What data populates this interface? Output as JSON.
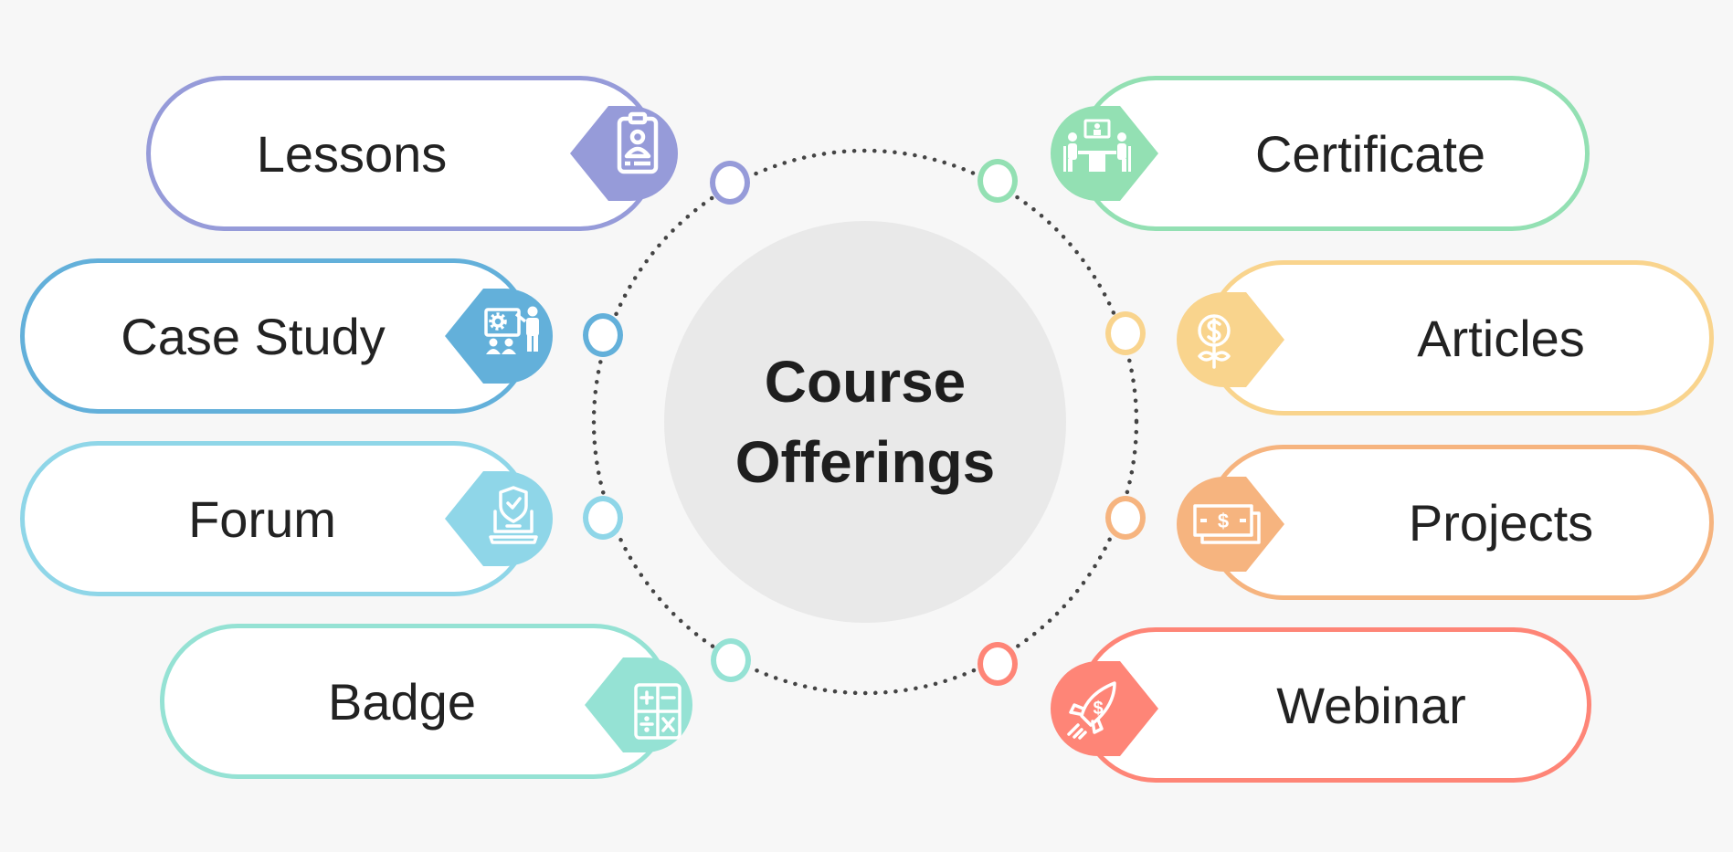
{
  "diagram": {
    "title_line1": "Course",
    "title_line2": "Offerings",
    "center_color": "#e9e9e9",
    "ring_dot_color": "#444444",
    "items": [
      {
        "id": "lessons",
        "label": "Lessons",
        "side": "left",
        "color": "#969bd9",
        "icon": "id-badge-icon"
      },
      {
        "id": "case-study",
        "label": "Case Study",
        "side": "left",
        "color": "#63b0da",
        "icon": "presentation-icon"
      },
      {
        "id": "forum",
        "label": "Forum",
        "side": "left",
        "color": "#8fd6e8",
        "icon": "laptop-shield-icon"
      },
      {
        "id": "badge",
        "label": "Badge",
        "side": "left",
        "color": "#95e2d4",
        "icon": "calculator-icon"
      },
      {
        "id": "certificate",
        "label": "Certificate",
        "side": "right",
        "color": "#93e0b3",
        "icon": "video-meeting-icon"
      },
      {
        "id": "articles",
        "label": "Articles",
        "side": "right",
        "color": "#f9d48d",
        "icon": "money-plant-icon"
      },
      {
        "id": "projects",
        "label": "Projects",
        "side": "right",
        "color": "#f6b47f",
        "icon": "banknotes-icon"
      },
      {
        "id": "webinar",
        "label": "Webinar",
        "side": "right",
        "color": "#fe8577",
        "icon": "rocket-dollar-icon"
      }
    ]
  }
}
